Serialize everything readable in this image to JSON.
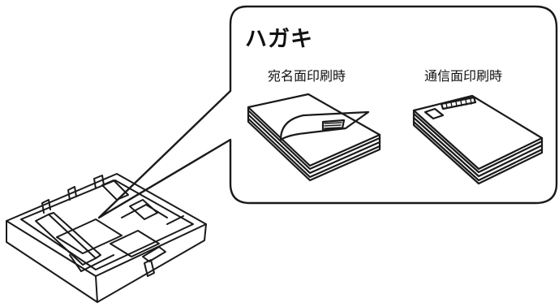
{
  "callout": {
    "title": "ハガキ",
    "labels": {
      "address_side": "宛名面印刷時",
      "message_side": "通信面印刷時"
    }
  },
  "colors": {
    "line": "#1a1a1a",
    "background": "#ffffff"
  },
  "icons": [
    "paper-cassette-icon",
    "postcard-stack-address-side-icon",
    "postcard-stack-message-side-icon"
  ]
}
